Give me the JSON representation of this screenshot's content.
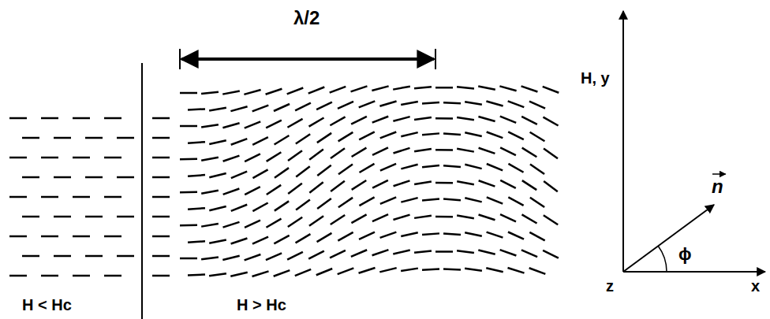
{
  "diagram": {
    "labels": [
      "λ/2",
      "H < Hc",
      "H > Hc",
      "H, y",
      "n",
      "ϕ",
      "z",
      "x"
    ]
  }
}
